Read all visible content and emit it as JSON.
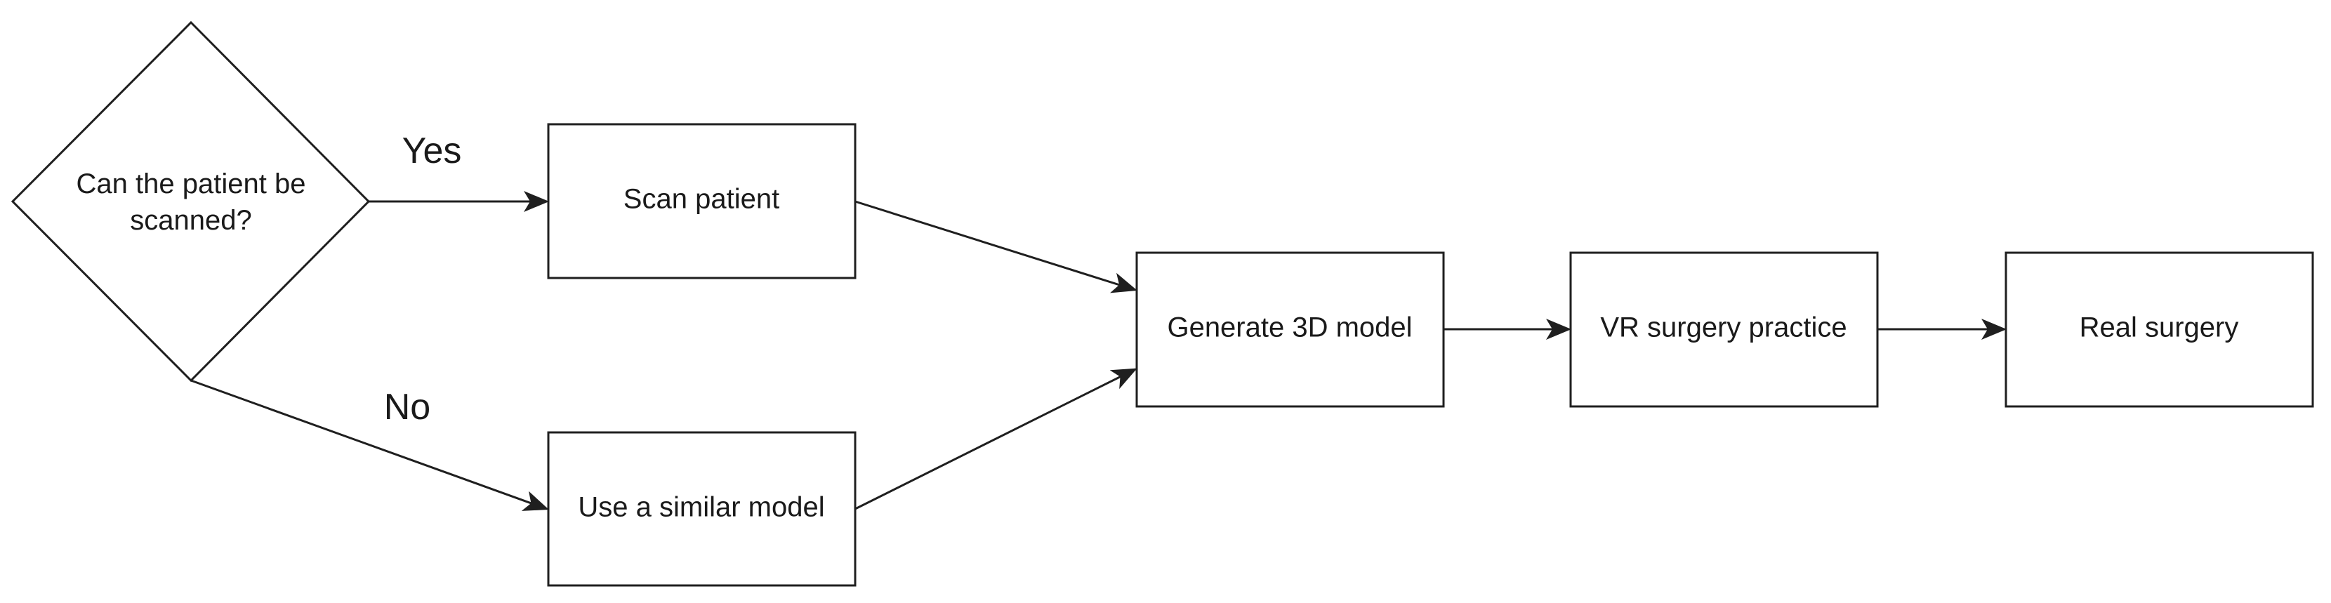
{
  "nodes": {
    "decision": {
      "line1": "Can the patient be",
      "line2": "scanned?"
    },
    "scan": "Scan patient",
    "similar": "Use a similar model",
    "generate": "Generate 3D model",
    "vr": "VR surgery practice",
    "real": "Real surgery"
  },
  "edges": {
    "yes_label": "Yes",
    "no_label": "No"
  }
}
